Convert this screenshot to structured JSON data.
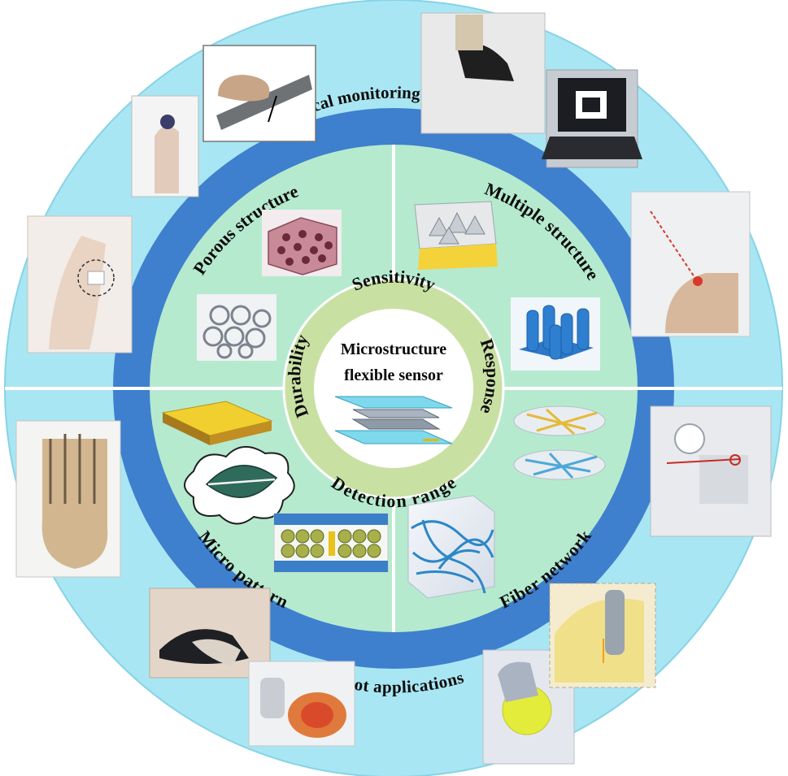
{
  "center": {
    "line1": "Microstructure",
    "line2": "flexible sensor"
  },
  "properties": {
    "sensitivity": "Sensitivity",
    "response": "Response",
    "detection_range": "Detection range",
    "durability": "Durability"
  },
  "quadrants": {
    "top_left": "Porous structure",
    "top_right": "Multiple structure",
    "bottom_left": "Micro pattern",
    "bottom_right": "Fiber network"
  },
  "applications": {
    "top": "Medical monitoring applications",
    "bottom": "Robot applications"
  },
  "colors": {
    "outer_ring": "#a9e6f3",
    "blue_band": "#3e7fce",
    "inner_disc": "#b5eacf",
    "property_ring": "#c9e0a3",
    "center_disc": "#ffffff"
  }
}
